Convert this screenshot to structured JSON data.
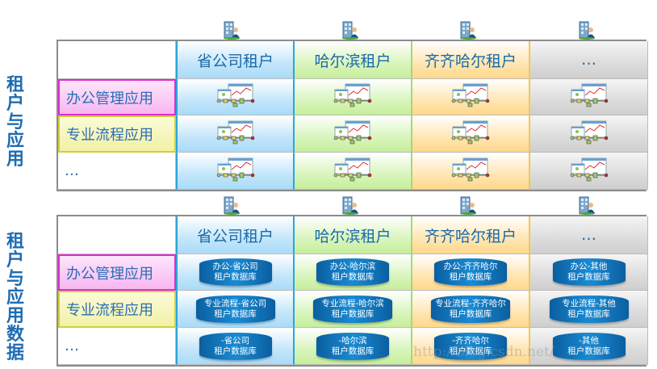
{
  "section1": {
    "side_label": "租户与应用",
    "columns": [
      "省公司租户",
      "哈尔滨租户",
      "齐齐哈尔租户",
      "…"
    ],
    "rows": [
      "办公管理应用",
      "专业流程应用",
      "…"
    ]
  },
  "section2": {
    "side_label": "租户与应用数据",
    "columns": [
      "省公司租户",
      "哈尔滨租户",
      "齐齐哈尔租户",
      "…"
    ],
    "rows": [
      "办公管理应用",
      "专业流程应用",
      "…"
    ],
    "databases": [
      [
        [
          "办公-省公司",
          "租户数据库"
        ],
        [
          "办公-哈尔滨",
          "租户数据库"
        ],
        [
          "办公-齐齐哈尔",
          "租户数据库"
        ],
        [
          "办公-其他",
          "租户数据库"
        ]
      ],
      [
        [
          "专业流程-省公司",
          "租户数据库"
        ],
        [
          "专业流程-哈尔滨",
          "租户数据库"
        ],
        [
          "专业流程-齐齐哈尔",
          "租户数据库"
        ],
        [
          "专业流程-其他",
          "租户数据库"
        ]
      ],
      [
        [
          "-省公司",
          "租户数据库"
        ],
        [
          "-哈尔滨",
          "租户数据库"
        ],
        [
          "-齐齐哈尔",
          "租户数据库"
        ],
        [
          "-其他",
          "租户数据库"
        ]
      ]
    ]
  },
  "watermark": "http://blog.csdn.net/"
}
